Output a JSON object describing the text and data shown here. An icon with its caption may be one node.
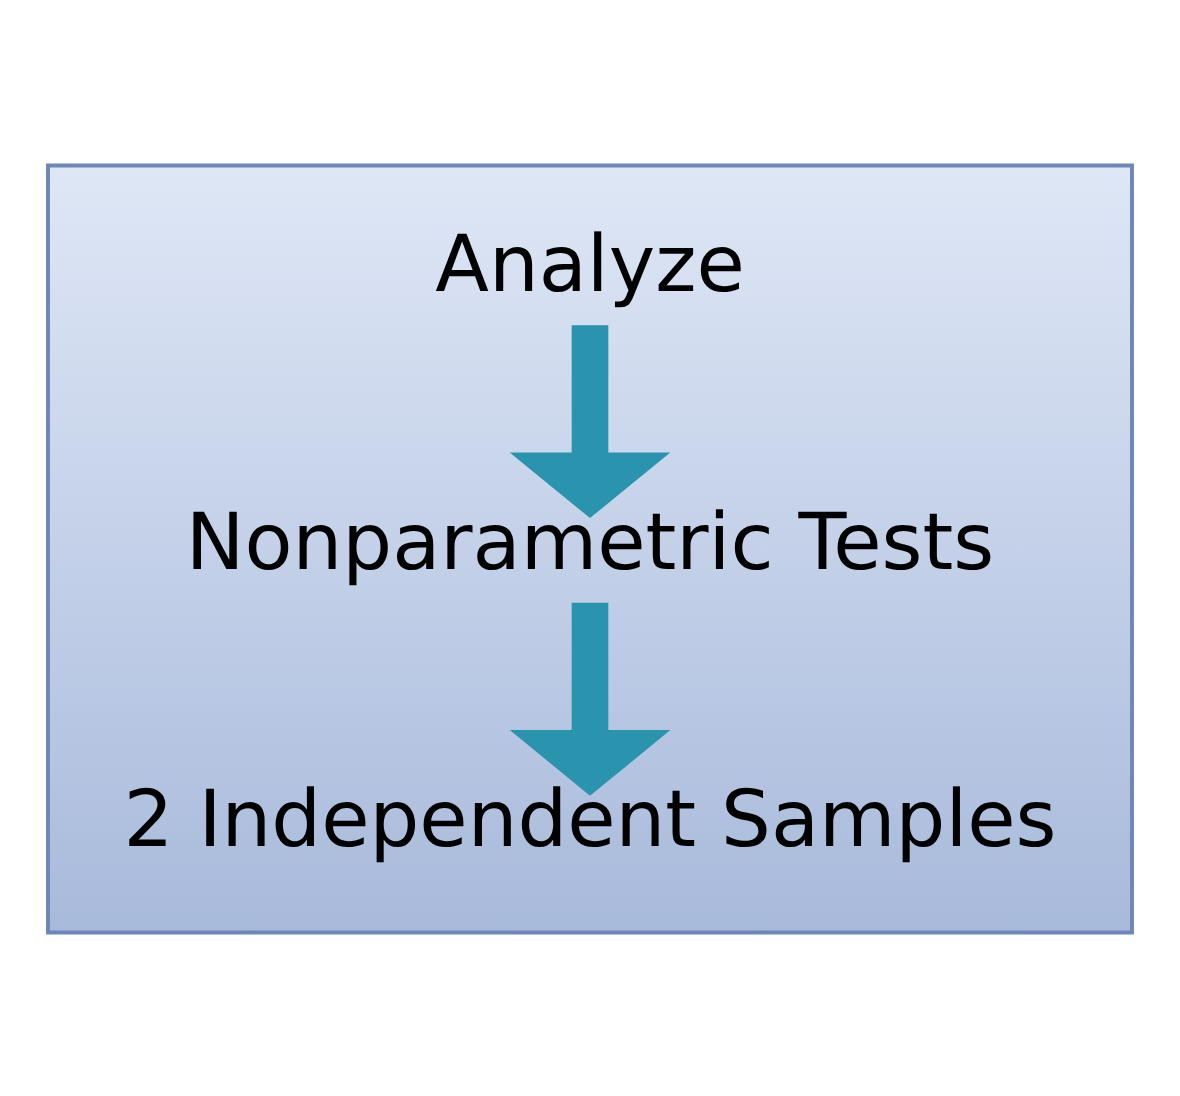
{
  "diagram": {
    "nodes": [
      {
        "text": [],
        "shape": "box"
      },
      {
        "text": [
          "Analyze"
        ],
        "in": 0
      },
      {
        "text": [
          "Nonparametric Tests"
        ],
        "in": 0
      },
      {
        "text": [
          "2 Independent Samples"
        ],
        "in": 0
      }
    ],
    "edges": [
      {
        "from": 1,
        "to": 2,
        "arrow": "to"
      },
      {
        "from": 2,
        "to": 3,
        "arrow": "to"
      }
    ]
  }
}
